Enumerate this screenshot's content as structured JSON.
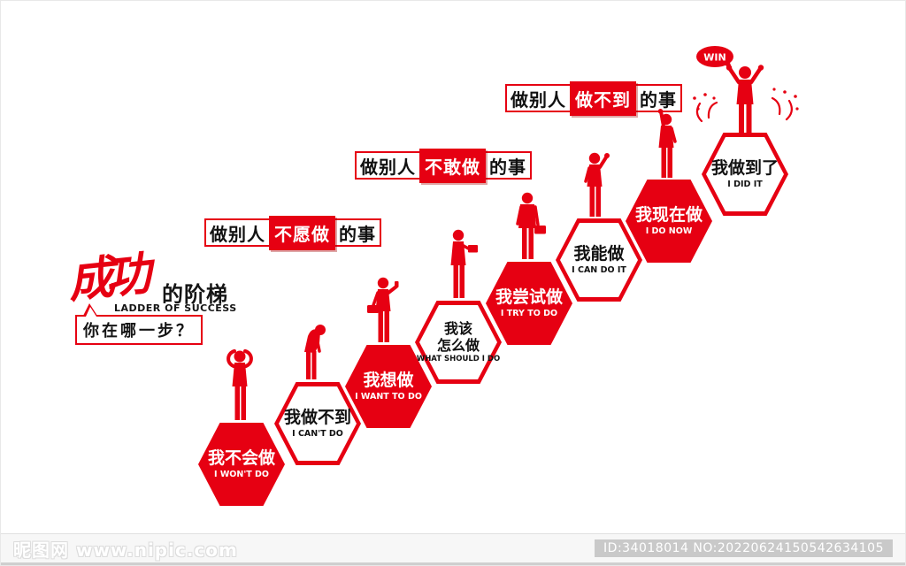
{
  "colors": {
    "red": "#e60012",
    "text_black": "#111111",
    "badge_gray": "#c9c9c9"
  },
  "poster": {
    "title": {
      "script": "成功",
      "suffix": "的阶梯",
      "english": "LADDER OF SUCCESS",
      "question": "你在哪一步？"
    },
    "banners": [
      {
        "prefix": "做别人",
        "highlight": "不愿做",
        "suffix": "的事"
      },
      {
        "prefix": "做别人",
        "highlight": "不敢做",
        "suffix": "的事"
      },
      {
        "prefix": "做别人",
        "highlight": "做不到",
        "suffix": "的事"
      }
    ],
    "steps": [
      {
        "zh_lines": [
          "我不会做"
        ],
        "en": "I WON'T DO",
        "variant": "red",
        "figure": "man-hands-on-head"
      },
      {
        "zh_lines": [
          "我做不到"
        ],
        "en": "I CAN'T DO",
        "variant": "white",
        "figure": "man-slumped"
      },
      {
        "zh_lines": [
          "我想做"
        ],
        "en": "I WANT TO DO",
        "variant": "red",
        "figure": "man-briefcase-phone"
      },
      {
        "zh_lines": [
          "我该",
          "怎么做"
        ],
        "en": "WHAT SHOULD I DO",
        "variant": "white",
        "figure": "man-reading"
      },
      {
        "zh_lines": [
          "我尝试做"
        ],
        "en": "I TRY TO DO",
        "variant": "red",
        "figure": "man-standing-briefcase"
      },
      {
        "zh_lines": [
          "我能做"
        ],
        "en": "I CAN DO IT",
        "variant": "white",
        "figure": "man-fist-raised"
      },
      {
        "zh_lines": [
          "我现在做"
        ],
        "en": "I DO NOW",
        "variant": "red",
        "figure": "man-arm-raised"
      },
      {
        "zh_lines": [
          "我做到了"
        ],
        "en": "I DID IT",
        "variant": "white",
        "figure": "man-celebrating-win"
      }
    ],
    "winner_bubble": "WIN"
  },
  "footer": {
    "site_zh": "昵图网",
    "site_url": "www.nipic.com",
    "id_badge": "ID:34018014 NO:20220624150542634105"
  }
}
